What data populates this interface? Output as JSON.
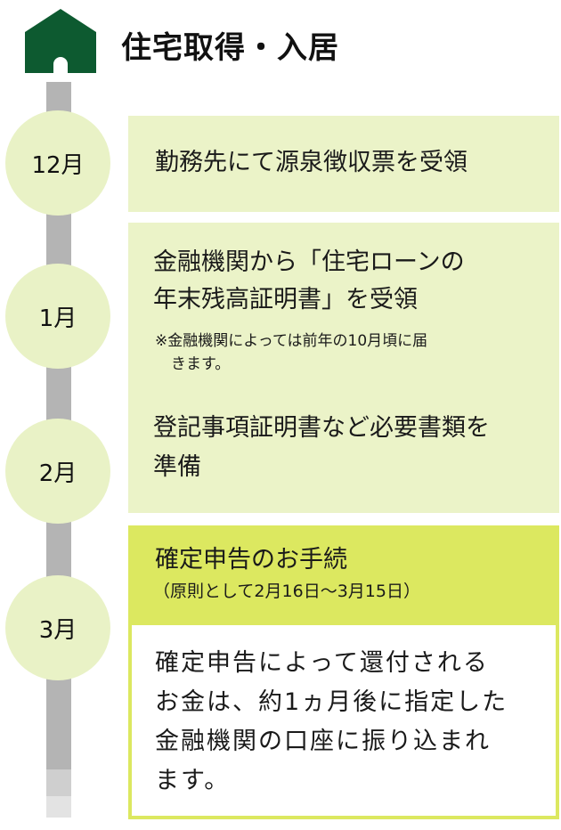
{
  "header": {
    "title": "住宅取得・入居"
  },
  "months": [
    "12月",
    "1月",
    "2月",
    "3月"
  ],
  "steps": {
    "dec": "勤務先にて源泉徴収票を受領",
    "jan_line1": "金融機関から「住宅ローンの",
    "jan_line2": "年末残高証明書」を受領",
    "jan_note1": "※金融機関によっては前年の10月頃に届",
    "jan_note2": "きます。",
    "feb_line1": "登記事項証明書など必要書類を",
    "feb_line2": "準備",
    "mar_title": "確定申告のお手続",
    "mar_period": "（原則として2月16日～3月15日）",
    "mar_body1": "確定申告によって還付される",
    "mar_body2": "お金は、約1ヵ月後に指定した",
    "mar_body3": "金融機関の口座に振り込まれ",
    "mar_body4": "ます。"
  },
  "colors": {
    "house": "#0d5a30",
    "rail": "#b4b4b4",
    "circle": "#e9f2c6",
    "panel": "#ebf3c8",
    "highlight": "#dce860"
  }
}
